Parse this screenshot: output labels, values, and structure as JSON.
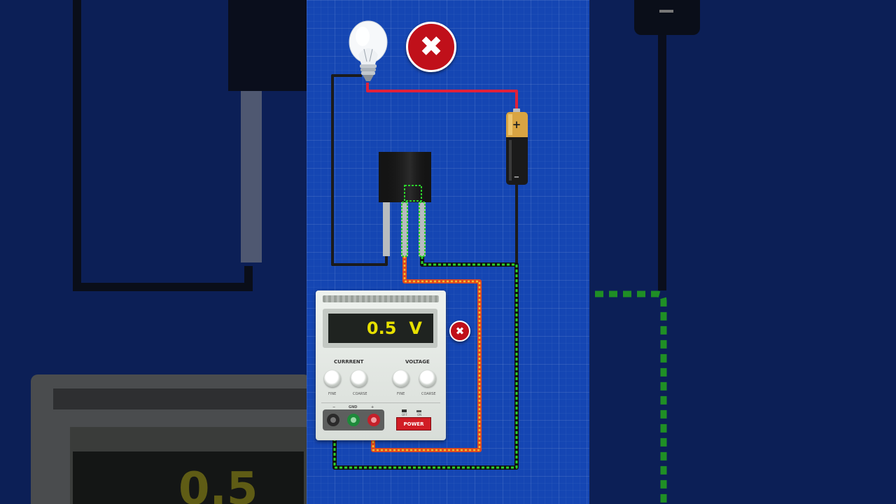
{
  "psu": {
    "display_value": "0.5",
    "display_unit": "V",
    "current_label": "CURRRENT",
    "voltage_label": "VOLTAGE",
    "fine_label": "FINE",
    "coarse_label": "COARSE",
    "minus_label": "−",
    "gnd_label": "GND",
    "plus_label": "+",
    "off_label": "OFF",
    "on_label": "ON",
    "power_label": "POWER"
  },
  "battery": {
    "plus_symbol": "+",
    "minus_symbol": "−"
  },
  "blurred": {
    "display_fragment": "0.5"
  },
  "icons": {
    "status_large": "close-icon",
    "status_small": "close-icon",
    "bulb": "light-bulb-icon",
    "battery": "battery-icon",
    "transistor": "transistor-icon"
  },
  "colors": {
    "board_blue": "#1546b3",
    "wire_red": "#e0213a",
    "wire_black": "#1b1b1b",
    "probe_green": "#2bd12b",
    "probe_red_orange": "#e04a1f",
    "display_text": "#e7e000",
    "badge_red": "#c0101a"
  }
}
